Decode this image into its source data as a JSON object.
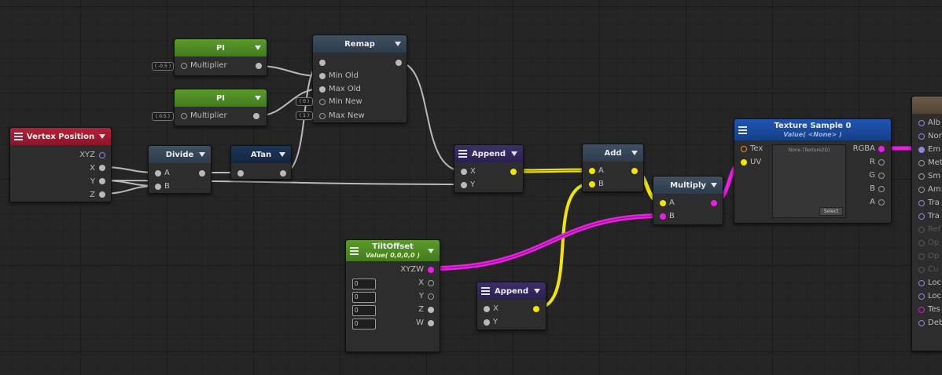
{
  "colors": {
    "wire_gray": "#b9b9b9",
    "wire_yellow": "#f2e600",
    "wire_magenta": "#ec1ee6",
    "canvas": "#252525"
  },
  "nodes": {
    "pi1": {
      "title": "PI",
      "input": "Multiplier",
      "value": "( -0.5 )"
    },
    "pi2": {
      "title": "PI",
      "input": "Multiplier",
      "value": "( 0.5 )"
    },
    "remap": {
      "title": "Remap",
      "inputs": [
        "Min Old",
        "Max Old",
        "Min New",
        "Max New"
      ],
      "min_new_value": "( 0 )",
      "max_new_value": "( 1 )"
    },
    "vertex_position": {
      "title": "Vertex Position",
      "outputs": [
        "XYZ",
        "X",
        "Y",
        "Z"
      ]
    },
    "divide": {
      "title": "Divide",
      "inputs": [
        "A",
        "B"
      ]
    },
    "atan": {
      "title": "ATan"
    },
    "append1": {
      "title": "Append",
      "inputs": [
        "X",
        "Y"
      ]
    },
    "add": {
      "title": "Add",
      "inputs": [
        "A",
        "B"
      ]
    },
    "multiply": {
      "title": "Multiply",
      "inputs": [
        "A",
        "B"
      ]
    },
    "texture_sample": {
      "title": "Texture Sample 0",
      "subtitle": "Value( <None> )",
      "inputs": [
        "Tex",
        "UV"
      ],
      "outputs": [
        "RGBA",
        "R",
        "G",
        "B",
        "A"
      ],
      "preview_text": "None (Texture2D)",
      "select_label": "Select"
    },
    "tilt_offset": {
      "title": "TiltOffset",
      "subtitle": "Value( 0,0,0,0 )",
      "outputs": [
        "XYZW",
        "X",
        "Y",
        "Z",
        "W"
      ],
      "fields": [
        "0",
        "0",
        "0",
        "0"
      ]
    },
    "append2": {
      "title": "Append",
      "inputs": [
        "X",
        "Y"
      ]
    },
    "output": {
      "title": "Ne",
      "inputs": [
        "Alb",
        "Nor",
        "Em",
        "Met",
        "Sm",
        "Am",
        "Tra",
        "Tra",
        "Ref",
        "Op",
        "Op",
        "Cu",
        "Loc",
        "Loc",
        "Tes",
        "Deb"
      ]
    }
  }
}
